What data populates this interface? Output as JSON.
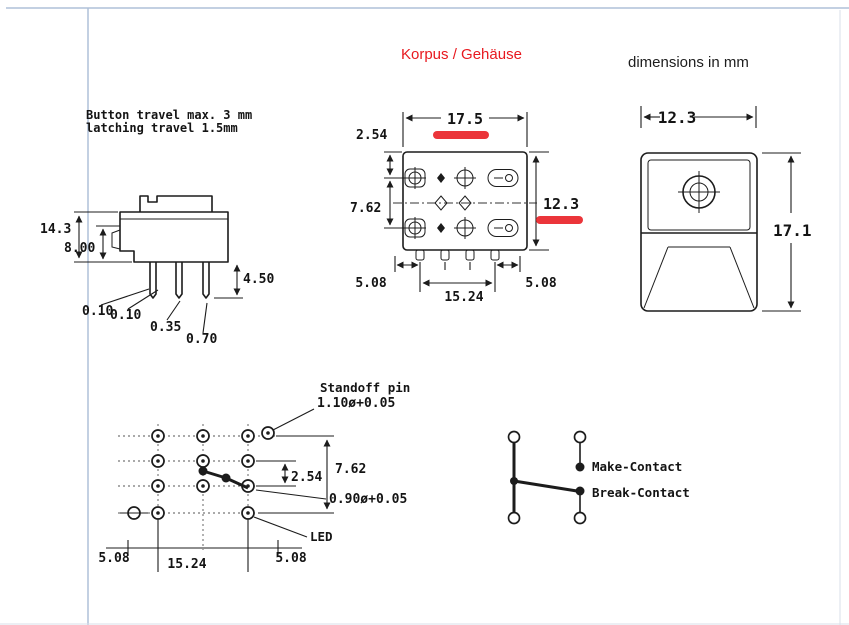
{
  "header": {
    "title": "Korpus / Gehäuse",
    "units": "dimensions in mm"
  },
  "side_view": {
    "note1": "Button travel max. 3 mm",
    "note2": "latching travel 1.5mm",
    "dim_height": "14.3",
    "dim_body": "8.00",
    "dim_pin_len": "4.50",
    "dim_a": "0.10",
    "dim_b": "0.10",
    "dim_c": "0.35",
    "dim_d": "0.70"
  },
  "top_view": {
    "dim_top_offset": "2.54",
    "dim_row_pitch": "7.62",
    "dim_width": "17.5",
    "dim_depth": "12.3",
    "dim_left": "5.08",
    "dim_span": "15.24",
    "dim_right": "5.08"
  },
  "front_view": {
    "dim_width": "12.3",
    "dim_height": "17.1"
  },
  "footprint": {
    "standoff_label": "Standoff pin",
    "standoff_dia": "1.10ø+0.05",
    "dim_row_span": "7.62",
    "dim_pitch": "2.54",
    "hole_dia": "0.90ø+0.05",
    "led_label": "LED",
    "dim_left": "5.08",
    "dim_span": "15.24",
    "dim_right": "5.08"
  },
  "schematic": {
    "make": "Make-Contact",
    "break": "Break-Contact"
  },
  "colors": {
    "accent_red": "#e8191f",
    "line": "#1c1c1c",
    "frame": "#afc0d8"
  }
}
